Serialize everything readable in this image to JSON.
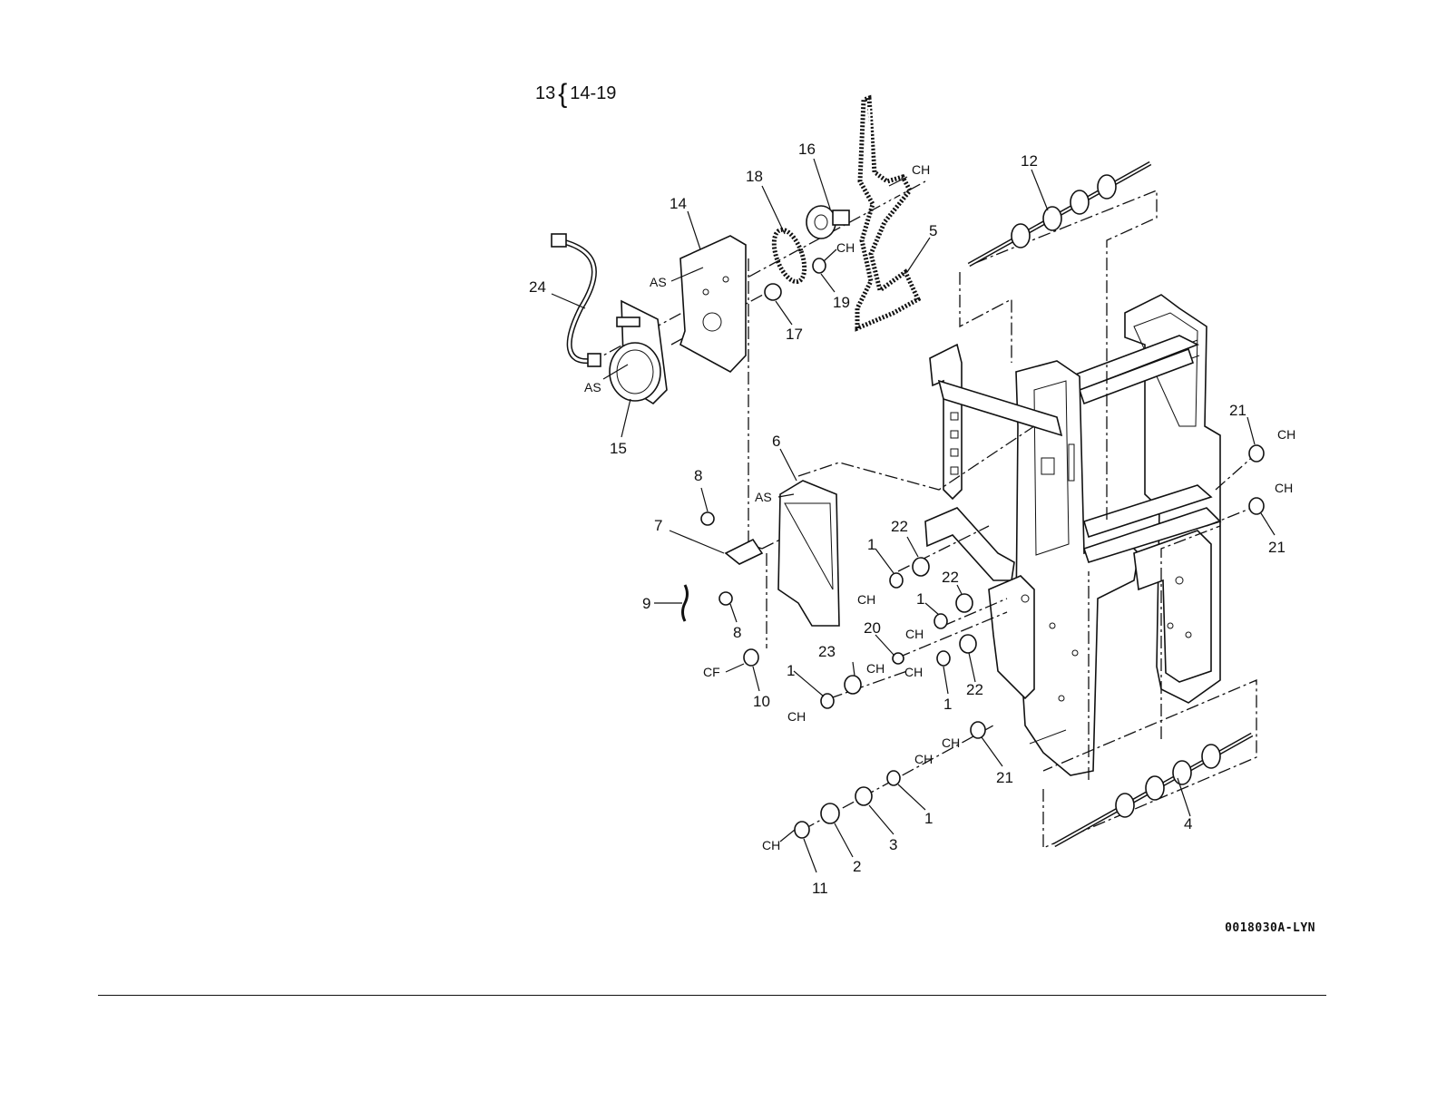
{
  "heading": {
    "main": "13",
    "brace": "{",
    "range": "14-19"
  },
  "figure_id": "0018030A-LYN",
  "callouts": {
    "c1a": "1",
    "c1b": "1",
    "c1c": "1",
    "c1d": "1",
    "c1e": "1",
    "c2": "2",
    "c3": "3",
    "c4": "4",
    "c5": "5",
    "c6": "6",
    "c7": "7",
    "c8a": "8",
    "c8b": "8",
    "c9": "9",
    "c10": "10",
    "c11": "11",
    "c12": "12",
    "c14": "14",
    "c15": "15",
    "c16": "16",
    "c17": "17",
    "c18": "18",
    "c19": "19",
    "c20": "20",
    "c21a": "21",
    "c21b": "21",
    "c21c": "21",
    "c22a": "22",
    "c22b": "22",
    "c22c": "22",
    "c23": "23",
    "c24": "24"
  },
  "codes": {
    "ch": "CH",
    "as": "AS",
    "cf": "CF"
  }
}
